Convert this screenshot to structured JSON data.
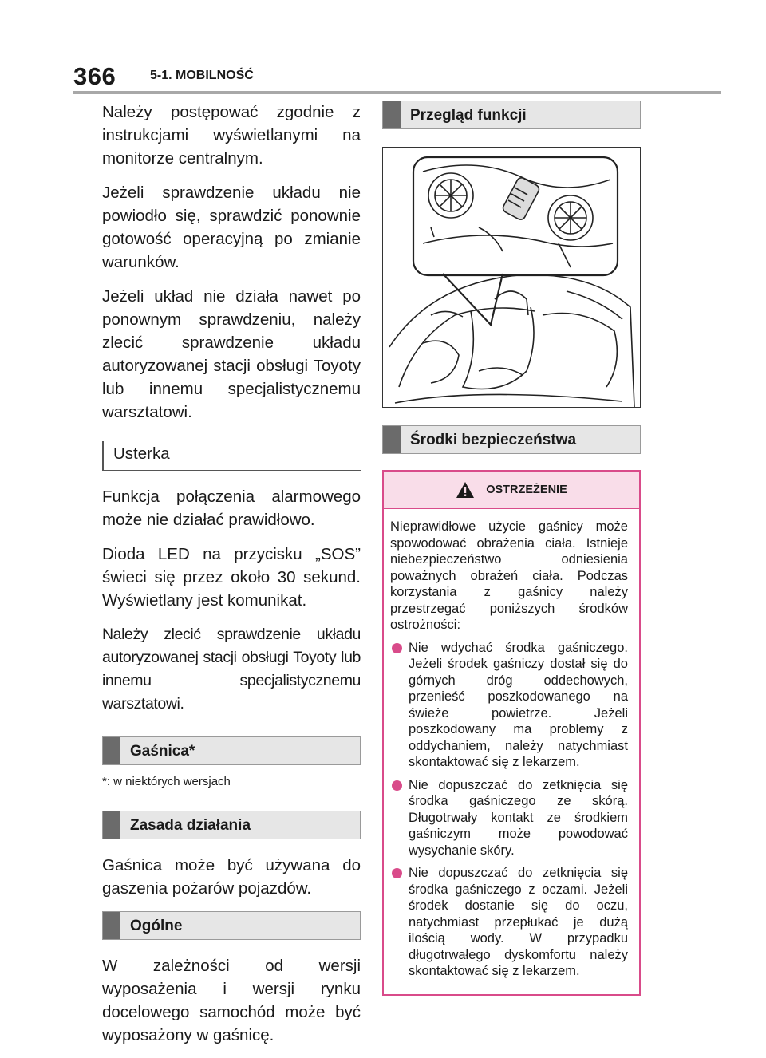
{
  "header": {
    "page_number": "366",
    "chapter": "5-1. MOBILNOŚĆ"
  },
  "left": {
    "p1": "Należy postępować zgodnie z instrukcjami wyświetlanymi na monitorze centralnym.",
    "p2": "Jeżeli sprawdzenie układu nie powiodło się, sprawdzić ponownie gotowość operacyjną po zmianie warunków.",
    "p3": "Jeżeli układ nie działa nawet po ponownym sprawdzeniu, należy zlecić sprawdzenie układu autoryzowanej stacji obsługi Toyoty lub innemu specjalistycznemu warsztatowi.",
    "usterka_heading": "Usterka",
    "p4": "Funkcja połączenia alarmowego może nie działać prawidłowo.",
    "p5": "Dioda LED na przycisku „SOS” świeci się przez około 30 sekund. Wyświetlany jest komunikat.",
    "p6": "Należy zlecić sprawdzenie układu autoryzowanej stacji obsługi Toyoty lub innemu specjalistycznemu warsztatowi.",
    "gasnica_heading": "Gaśnica*",
    "footnote": "*: w niektórych wersjach",
    "zasada_heading": "Zasada działania",
    "p7": "Gaśnica może być używana do gaszenia pożarów pojazdów.",
    "ogolne_heading": "Ogólne",
    "p8": "W zależności od wersji wyposażenia i wersji rynku docelowego samochód może być wyposażony w gaśnicę."
  },
  "right": {
    "przeglad_heading": "Przegląd funkcji",
    "srodki_heading": "Środki bezpieczeństwa",
    "warning": {
      "title": "OSTRZEŻENIE",
      "intro": "Nieprawidłowe użycie gaśnicy może spowodować obrażenia ciała. Istnieje niebezpieczeństwo odniesienia poważnych obrażeń ciała. Podczas korzystania z gaśnicy należy przestrzegać poniższych środków ostrożności:",
      "bullets": [
        "Nie wdychać środka gaśniczego. Jeżeli środek gaśniczy dostał się do górnych dróg oddechowych, przenieść poszkodowanego na świeże powietrze. Jeżeli poszkodowany ma problemy z oddychaniem, należy natychmiast skontaktować się z lekarzem.",
        "Nie dopuszczać do zetknięcia się środka gaśniczego ze skórą. Długotrwały kontakt ze środkiem gaśniczym może powodować wysychanie skóry.",
        "Nie dopuszczać do zetknięcia się środka gaśniczego z oczami. Jeżeli środek dostanie się do oczu, natychmiast przepłukać je dużą ilością wody. W przypadku długotrwałego dyskomfortu należy skontaktować się z lekarzem."
      ]
    }
  },
  "colors": {
    "warning_accent": "#d94b8a",
    "warning_fill": "#f9dde9",
    "heading_bar": "#e6e6e6",
    "heading_tab": "#6b6b6b"
  }
}
